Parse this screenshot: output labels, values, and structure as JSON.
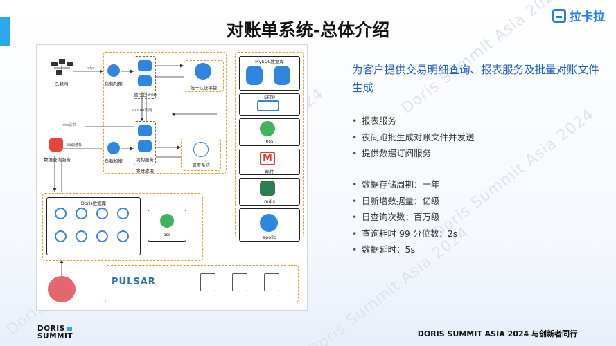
{
  "slide": {
    "title": "对账单系统-总体介绍",
    "brand": "拉卡拉",
    "watermark": "Doris Summit Asia 2024"
  },
  "diagram": {
    "labels": {
      "internet": "互联网",
      "lb1": "负载均衡",
      "lb2": "负载均衡",
      "http1": "http",
      "mgmt_web": "管控台web",
      "dubbo": "dubbo调用",
      "org_service": "机构服务",
      "container_app": "容器应用",
      "uaa": "统一认证平台",
      "scheduler": "调度系统",
      "http_req": "http请求",
      "callback": "回调通知",
      "query_service": "数据查询服务",
      "doris_db": "Doris数据库",
      "oss_inner": "oss",
      "mysql": "MySQL数据库",
      "sftp": "SFTP",
      "oss": "oss",
      "mail": "邮件",
      "redis": "redis",
      "apollo": "apollo",
      "pulsar": "PULSAR"
    },
    "colors": {
      "dashed_border": "#f39a2c",
      "icon_blue": "#2e86de",
      "pulsar_blue": "#2d6fb8",
      "mail_red": "#e03b2f",
      "query_red": "#e5453a"
    }
  },
  "content": {
    "lead": "为客户提供交易明细查询、报表服务及批量对账文件生成",
    "features": [
      "报表服务",
      "夜间跑批生成对账文件并发送",
      "提供数据订阅服务"
    ],
    "metrics": [
      "数据存储周期：一年",
      "日新增数据量：亿级",
      "日查询次数：百万级",
      "查询耗时 99 分位数：2s",
      "数据延时：5s"
    ]
  },
  "footer": {
    "logo_line1": "DORIS",
    "logo_line2": "SUMMIT",
    "event": "DORIS SUMMIT ASIA 2024   与创新者同行"
  }
}
